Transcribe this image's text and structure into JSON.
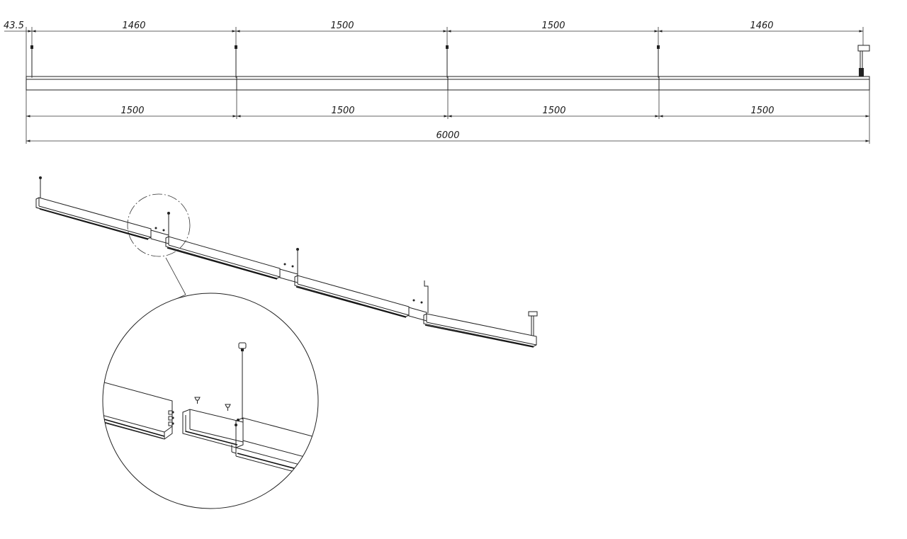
{
  "dimensions": {
    "offset_left": "43.5",
    "top_row": [
      "1460",
      "1500",
      "1500",
      "1460"
    ],
    "bottom_row": [
      "1500",
      "1500",
      "1500",
      "1500"
    ],
    "total": "6000"
  },
  "colors": {
    "line": "#222222",
    "background": "#ffffff"
  }
}
